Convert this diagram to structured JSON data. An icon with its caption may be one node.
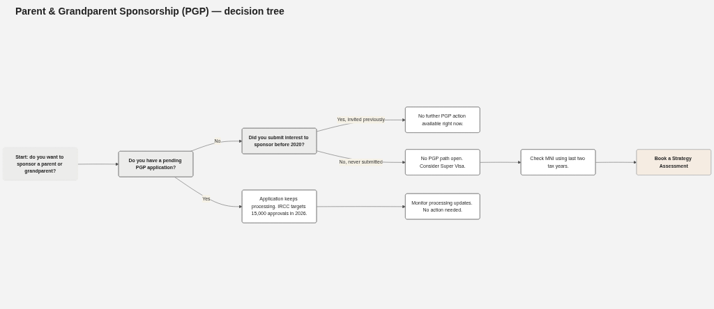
{
  "diagram": {
    "title": "Parent & Grandparent Sponsorship (PGP) — decision tree",
    "nodes": [
      {
        "text": [
          "Start: do you want to sponsor a parent or grandparent?"
        ]
      },
      {
        "text": [
          "Do you have a pending PGP application?"
        ]
      },
      {
        "text": [
          "Did you submit interest to sponsor before 2020?"
        ]
      },
      {
        "text": [
          "No further PGP action available right now."
        ]
      },
      {
        "text": [
          "No PGP path open. Consider Super Visa."
        ]
      },
      {
        "text": [
          "Check MNI using last two tax years."
        ]
      },
      {
        "text": [
          "Book a Strategy Assessment"
        ]
      },
      {
        "text": [
          "Application keeps processing. IRCC targets 15,000 approvals in 2026."
        ]
      },
      {
        "text": [
          "Monitor processing updates. No action needed."
        ]
      }
    ],
    "edges": [
      {
        "from": 0,
        "to": 1,
        "arrow": "to"
      },
      {
        "from": 1,
        "to": 2,
        "arrow": "to",
        "label": "No"
      },
      {
        "from": 1,
        "to": 7,
        "arrow": "to",
        "label": "Yes"
      },
      {
        "from": 2,
        "to": 3,
        "arrow": "to",
        "label": "Yes, invited previously"
      },
      {
        "from": 2,
        "to": 4,
        "arrow": "to",
        "label": "No, never submitted"
      },
      {
        "from": 4,
        "to": 5,
        "arrow": "to"
      },
      {
        "from": 5,
        "to": 6,
        "arrow": "to"
      },
      {
        "from": 7,
        "to": 8,
        "arrow": "to"
      }
    ]
  }
}
